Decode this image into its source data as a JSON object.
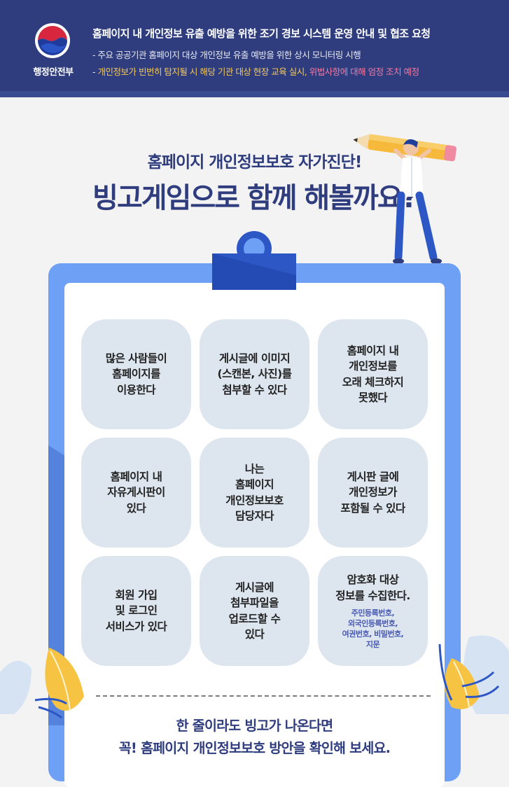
{
  "header": {
    "logo_text": "행정안전부",
    "title": "홈페이지 내 개인정보 유출 예방을 위한 조기 경보 시스템 운영 안내 및 협조 요청",
    "line1": "- 주요 공공기관 홈페이지 대상 개인정보 유출 예방을 위한 상시 모니터링 시행",
    "line2_dash": "- ",
    "line2_part1": "개인정보가 빈번히 탐지될 시 해당 기관 대상 현장 교육 실시,",
    "line2_part2": " 위법사항에 대해 엄정 조치 예정"
  },
  "intro": {
    "subtitle": "홈페이지 개인정보보호 자가진단!",
    "title": "빙고게임으로 함께 해볼까요?"
  },
  "bingo": [
    {
      "lines": [
        "많은 사람들이",
        "홈페이지를",
        "이용한다"
      ]
    },
    {
      "lines": [
        "게시글에 이미지",
        "(스캔본, 사진)를",
        "첨부할 수 있다"
      ]
    },
    {
      "lines": [
        "홈페이지 내",
        "개인정보를",
        "오래 체크하지",
        "못했다"
      ]
    },
    {
      "lines": [
        "홈페이지 내",
        "자유게시판이",
        "있다"
      ]
    },
    {
      "lines": [
        "나는",
        "홈페이지",
        "개인정보보호",
        "담당자다"
      ]
    },
    {
      "lines": [
        "게시판 글에",
        "개인정보가",
        "포함될 수 있다"
      ]
    },
    {
      "lines": [
        "회원 가입",
        "및 로그인",
        "서비스가 있다"
      ]
    },
    {
      "lines": [
        "게시글에",
        "첨부파일을",
        "업로드할 수",
        "있다"
      ]
    },
    {
      "lines": [
        "암호화 대상",
        "정보를 수집한다."
      ],
      "note": [
        "주민등록번호,",
        "외국인등록번호,",
        "여권번호, 비밀번호,",
        "지문"
      ]
    }
  ],
  "footer": {
    "line1": "한 줄이라도 빙고가 나온다면",
    "line2": "꼭! 홈페이지 개인정보보호 방안을 확인해 보세요."
  },
  "colors": {
    "navy": "#2f3d7e",
    "board": "#6ea1f5",
    "cell": "#dde6ef",
    "highlight_yellow": "#f3c95c",
    "highlight_pink": "#f07aa4"
  }
}
